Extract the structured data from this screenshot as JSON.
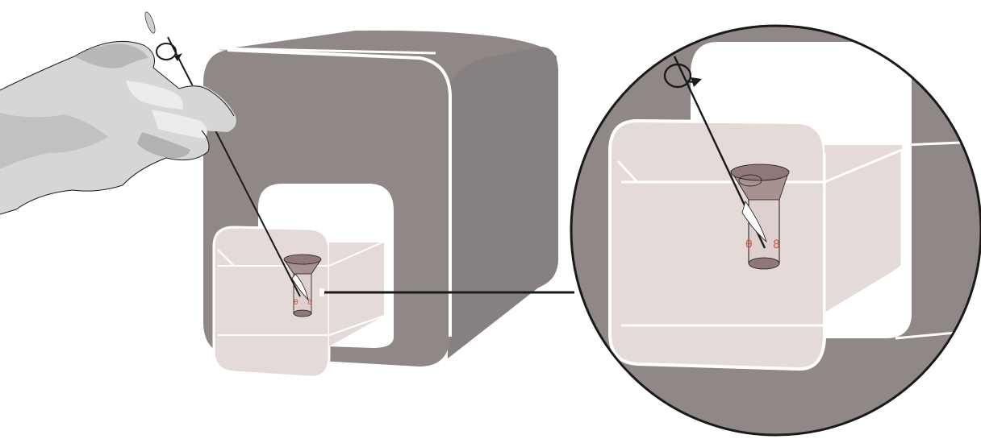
{
  "figure": {
    "visible_text": [],
    "marks": {
      "left_fill_line": "θ",
      "right_fill_line": "8",
      "zoom_left_fill_line": "θ",
      "zoom_right_fill_line": "8"
    },
    "colors": {
      "device_body": "#908886",
      "device_edge": "#ffffff",
      "tray": "#e4dad8",
      "tray_line": "#ffffff",
      "funnel": "#a9918f",
      "tube": "#ddd0ce",
      "mark_red": "#d9573c",
      "outline": "#1a1a1a",
      "glove": "#d6d6d6",
      "glove_shadow": "#9a9a9a"
    },
    "icons": [
      "hand-icon",
      "rotation-arrow-icon",
      "swab-icon",
      "magnifier-callout-icon"
    ]
  }
}
